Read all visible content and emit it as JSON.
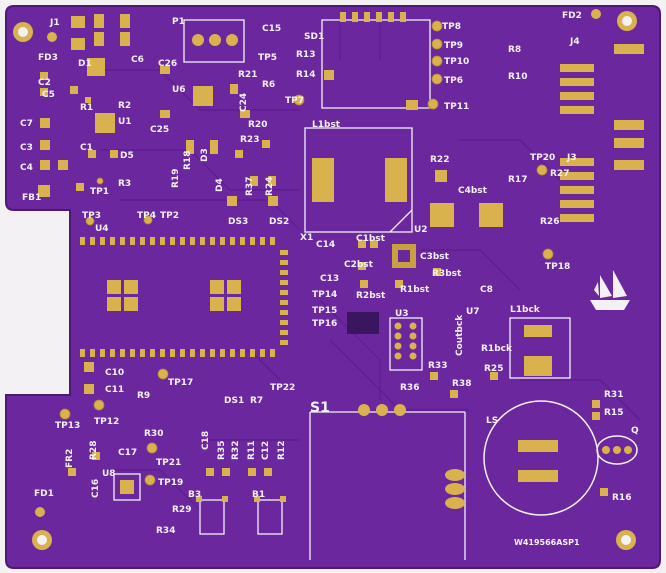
{
  "colors": {
    "board": "#6a279e",
    "copper": "#d9b24e",
    "silk": "#f4f1f6",
    "background": "#f3f1f4"
  },
  "marker_labels": {
    "j1": "J1",
    "fd3": "FD3",
    "d1": "D1",
    "c6": "C6",
    "c2": "C2",
    "c5": "C5",
    "c7": "C7",
    "r1": "R1",
    "r2": "R2",
    "u1": "U1",
    "c3": "C3",
    "c1": "C1",
    "d5": "D5",
    "c4": "C4",
    "r3": "R3",
    "fb1": "FB1",
    "tp1": "TP1",
    "tp3": "TP3",
    "u4": "U4",
    "tp4": "TP4",
    "tp2": "TP2",
    "p1": "P1",
    "c26": "C26",
    "u6": "U6",
    "c25": "C25",
    "r21": "R21",
    "r6": "R6",
    "c24": "C24",
    "tp5": "TP5",
    "r18": "R18",
    "r19": "R19",
    "d3": "D3",
    "r23": "R23",
    "r20": "R20",
    "d4": "D4",
    "r37": "R37",
    "r24": "R24",
    "ds3": "DS3",
    "ds2": "DS2",
    "c15": "C15",
    "sd1": "SD1",
    "r13": "R13",
    "r14": "R14",
    "tp7": "TP7",
    "l1bst": "L1bst",
    "tp8": "TP8",
    "tp9": "TP9",
    "tp10": "TP10",
    "tp6": "TP6",
    "tp11": "TP11",
    "r8": "R8",
    "r10": "R10",
    "fd2": "FD2",
    "j4": "J4",
    "j3": "J3",
    "tp20": "TP20",
    "r27": "R27",
    "r17": "R17",
    "r26": "R26",
    "tp18": "TP18",
    "r22": "R22",
    "c4bst": "C4bst",
    "x1": "X1",
    "c14": "C14",
    "c13": "C13",
    "tp14": "TP14",
    "tp15": "TP15",
    "tp16": "TP16",
    "c1bst": "C1bst",
    "c2bst": "C2bst",
    "u2": "U2",
    "c3bst": "C3bst",
    "r3bst": "R3bst",
    "r1bst": "R1bst",
    "r2bst": "R2bst",
    "u3": "U3",
    "coutbck": "Coutbck",
    "u7": "U7",
    "c8": "C8",
    "r1bck": "R1bck",
    "l1bck": "L1bck",
    "c10": "C10",
    "c11": "C11",
    "r9": "R9",
    "tp17": "TP17",
    "ds1": "DS1",
    "r7": "R7",
    "tp22": "TP22",
    "r33": "R33",
    "r36": "R36",
    "r38": "R38",
    "r25": "R25",
    "r31": "R31",
    "r15": "R15",
    "q": "Q",
    "ls": "LS",
    "s1": "S1",
    "tp13": "TP13",
    "tp12": "TP12",
    "r30": "R30",
    "c18": "C18",
    "r35": "R35",
    "r32": "R32",
    "r11": "R11",
    "c12": "C12",
    "r12": "R12",
    "r28": "R28",
    "fr2": "FR2",
    "c17": "C17",
    "u8": "U8",
    "c16": "C16",
    "tp21": "TP21",
    "tp19": "TP19",
    "b3": "B3",
    "b1": "B1",
    "r29": "R29",
    "r34": "R34",
    "fd1": "FD1",
    "r16": "R16",
    "part_number": "W419566ASP1"
  }
}
